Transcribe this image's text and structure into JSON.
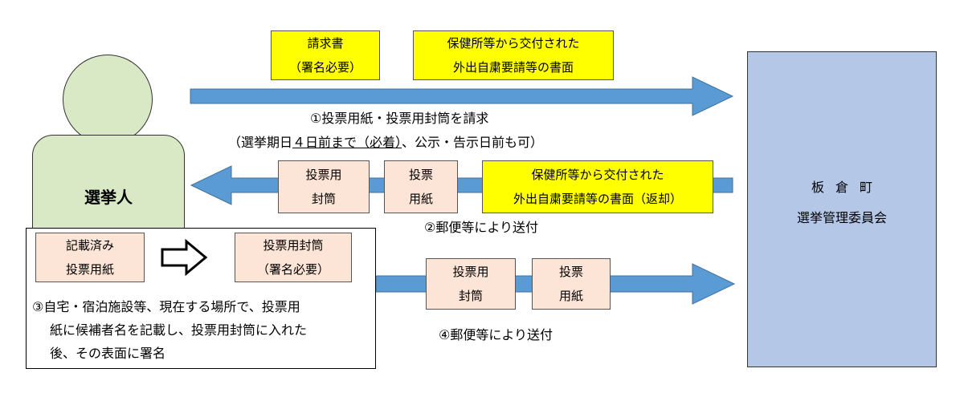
{
  "voter": {
    "label": "選挙人"
  },
  "committee": {
    "name": "板倉町",
    "sub": "選挙管理委員会"
  },
  "step1": {
    "box_request": [
      "請求書",
      "（署名必要）"
    ],
    "box_doc": [
      "保健所等から交付された",
      "外出自粛要請等の書面"
    ],
    "caption": "①投票用紙・投票用封筒を請求",
    "note_prefix": "（選挙期日",
    "note_underlined": "４日前まで（必着）",
    "note_suffix": "、公示・告示日前も可）"
  },
  "step2": {
    "box_envelope": [
      "投票用",
      "封筒"
    ],
    "box_ballot": [
      "投票",
      "用紙"
    ],
    "box_doc": [
      "保健所等から交付された",
      "外出自粛要請等の書面（返却）"
    ],
    "caption": "②郵便等により送付"
  },
  "step3": {
    "box_filled": [
      "記載済み",
      "投票用紙"
    ],
    "box_envelope": [
      "投票用封筒",
      "（署名必要）"
    ],
    "text_line1": "③自宅・宿泊施設等、現在する場所で、投票用",
    "text_line2": "紙に候補者名を記載し、投票用封筒に入れた",
    "text_line3": "後、その表面に署名"
  },
  "step4": {
    "box_envelope": [
      "投票用",
      "封筒"
    ],
    "box_ballot": [
      "投票",
      "用紙"
    ],
    "caption": "④郵便等により送付"
  },
  "colors": {
    "arrow": "#5b9bd5",
    "person": "#d9e9c5",
    "committee": "#b4c7e7",
    "yellow": "#ffff00",
    "pink": "#fce4d6"
  }
}
